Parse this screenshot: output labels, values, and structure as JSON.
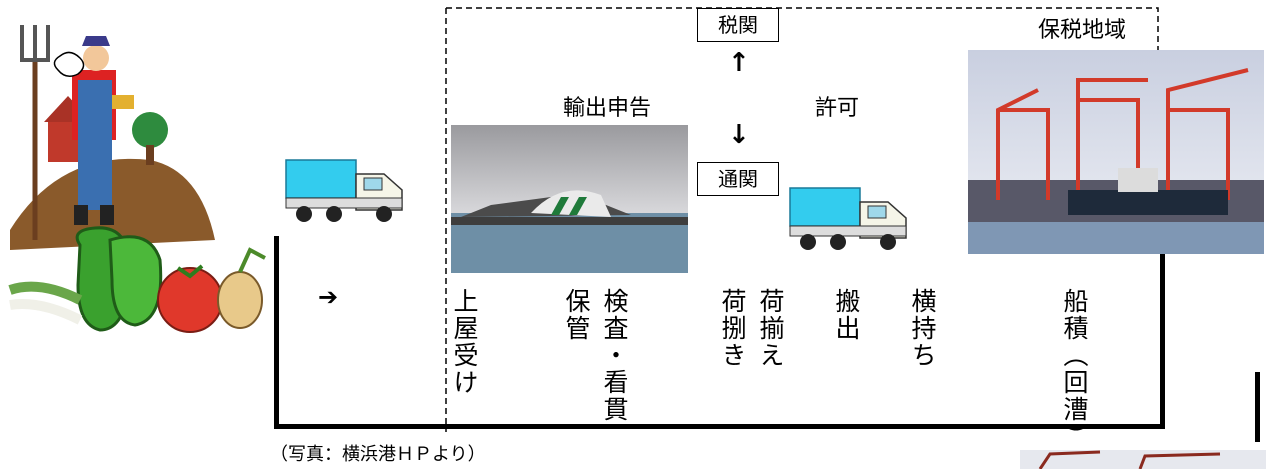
{
  "labels": {
    "customs": "税関",
    "bonded_area": "保税地域",
    "export_declaration": "輸出申告",
    "permission": "許可",
    "clearance": "通関",
    "arrow_up": "↑",
    "arrow_down": "↓",
    "arrow_right": "➔"
  },
  "steps": [
    "上屋受け",
    "保管",
    "検査・看貫",
    "荷捌き",
    "荷揃え",
    "搬出",
    "横持ち",
    "船積（回漕）"
  ],
  "caption": "（写真：横浜港ＨＰより）",
  "colors": {
    "truck_cab": "#33ccee",
    "sea": "#6e8fa6",
    "crane": "#d23a2a"
  }
}
